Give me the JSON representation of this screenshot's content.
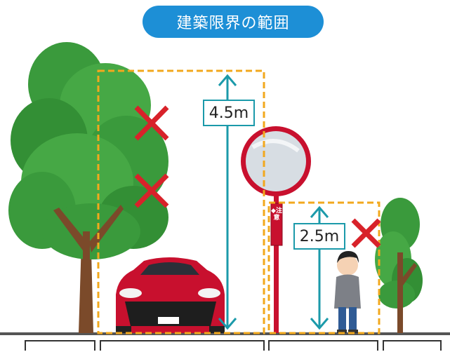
{
  "title": "建築限界の範囲",
  "dimensions": {
    "road_height": "4.5m",
    "sidewalk_height": "2.5m"
  },
  "sign": {
    "text": "◆注意"
  },
  "colors": {
    "title_background": "#1d8fd6",
    "clearance_box": "#f2a81d",
    "dimension_arrow": "#1b9aaa",
    "cross_mark": "#d8222a",
    "tree_green": "#3a9a3c",
    "car_red": "#c8102e"
  },
  "icons": [
    "cross-mark-icon",
    "tree-icon",
    "car-icon",
    "person-icon",
    "convex-mirror-icon",
    "up-down-arrow-icon"
  ]
}
